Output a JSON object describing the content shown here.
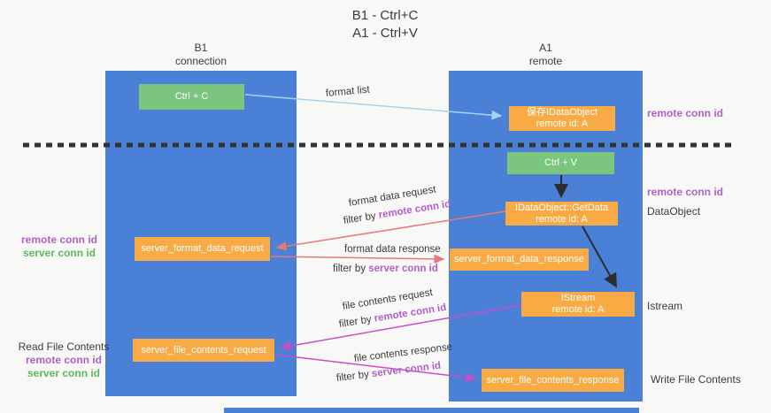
{
  "title": {
    "line1": "B1 - Ctrl+C",
    "line2": "A1 - Ctrl+V"
  },
  "columns": {
    "b1": {
      "header_line1": "B1",
      "header_line2": "connection"
    },
    "a1": {
      "header_line1": "A1",
      "header_line2": "remote"
    }
  },
  "boxes": {
    "ctrl_c": "Ctrl + C",
    "ctrl_v": "Ctrl + V",
    "save_idataobject_line1": "保存IDataObject",
    "save_idataobject_line2": "remote id: A",
    "getdata_line1": "IDataObject::GetData",
    "getdata_line2": "remote id: A",
    "istream_line1": "IStream",
    "istream_line2": "remote id: A",
    "format_request": "server_format_data_request",
    "format_response": "server_format_data_response",
    "file_request": "server_file_contents_request",
    "file_response": "server_file_contents_response"
  },
  "flow_labels": {
    "format_list": "format list",
    "format_data_request": "format data request",
    "format_request_filter_prefix": "filter by ",
    "format_request_filter_key": "remote conn id",
    "format_data_response": "format data response",
    "format_response_filter_prefix": "filter by ",
    "format_response_filter_key": "server conn id",
    "file_contents_request": "file contents request",
    "file_request_filter_prefix": "filter by ",
    "file_request_filter_key": "remote conn id",
    "file_contents_response": "file contents response",
    "file_response_filter_prefix": "filter by ",
    "file_response_filter_key": "server conn id"
  },
  "left_labels": {
    "group1_remote": "remote conn id",
    "group1_server": "server conn id",
    "read_file": "Read File Contents",
    "group2_remote": "remote conn id",
    "group2_server": "server conn id"
  },
  "right_labels": {
    "remote_conn_top": "remote conn id",
    "remote_conn_mid": "remote conn id",
    "dataobject": "DataObject",
    "istream": "Istream",
    "write_file": "Write File Contents"
  },
  "colors": {
    "column_blue": "#4a80d6",
    "box_orange": "#f8ab44",
    "box_green": "#7cc57f",
    "purple_text": "#b05fc8",
    "green_text": "#5cb85c",
    "arrow_light_blue": "#a8d2f0",
    "arrow_red": "#e87878",
    "arrow_magenta": "#cb4bc8",
    "arrow_black": "#2d2d2d",
    "dashed_line": "#333333"
  }
}
